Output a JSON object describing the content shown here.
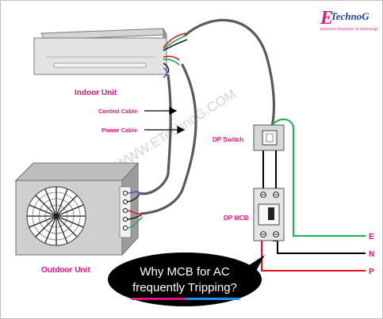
{
  "brand": {
    "logo_letter": "E",
    "logo_word": "TechnoG",
    "tagline": "Electrical, Electronics & Technology"
  },
  "watermark": "WWW.ETechnoG.COM",
  "labels": {
    "indoor_unit": "Indoor Unit",
    "control_cable": "Control Cable",
    "power_cable": "Power Cable",
    "dp_switch": "DP Switch",
    "dp_mcb": "DP MCB",
    "outdoor_unit": "Outdoor Unit",
    "terminal_e": "E",
    "terminal_n": "N",
    "terminal_p": "P"
  },
  "callout": {
    "line1": "Why MCB for AC",
    "line2": "frequently Tripping?"
  },
  "colors": {
    "label_magenta": "#e0157f",
    "earth_wire": "#18b04a",
    "neutral_wire": "#000000",
    "phase_wire": "#e3151a",
    "cable_gray": "#5a5a5a",
    "bubble_fill": "#000000",
    "bubble_text": "#ffffff",
    "underline_magenta": "#e0157f",
    "underline_blue": "#1e90ff"
  }
}
